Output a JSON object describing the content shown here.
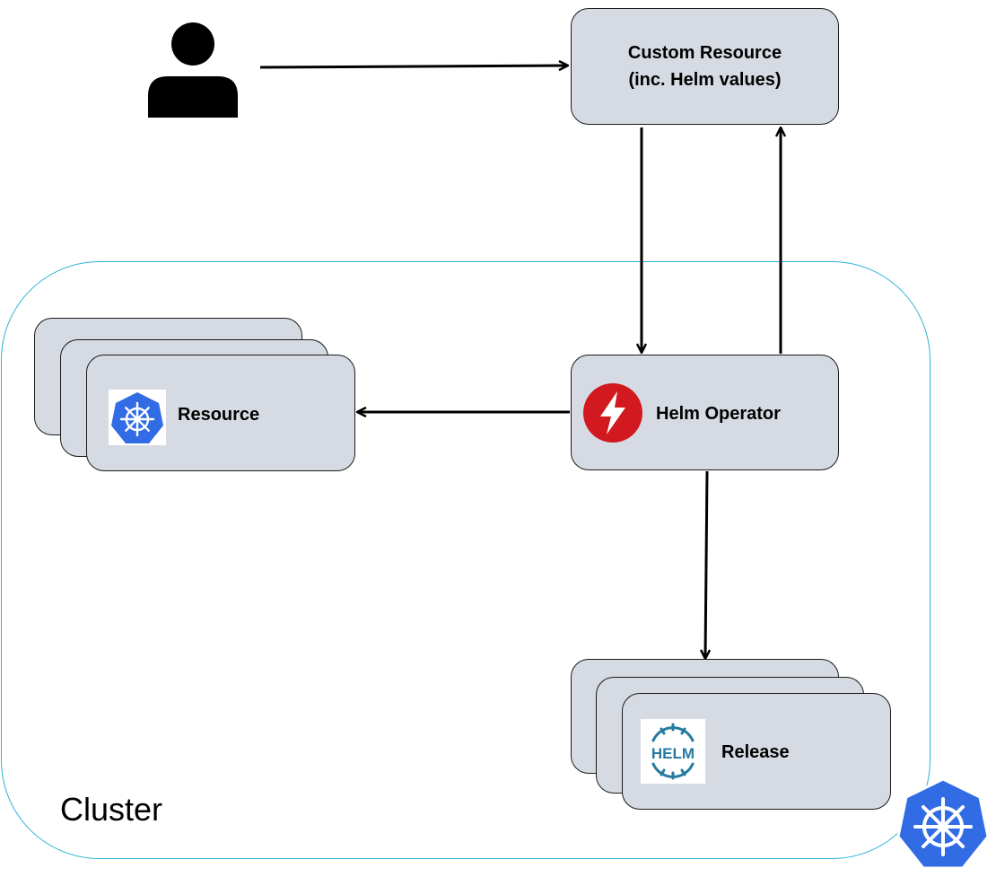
{
  "nodes": {
    "custom_resource": {
      "line1": "Custom Resource",
      "line2": "(inc. Helm values)"
    },
    "helm_operator": {
      "label": "Helm Operator"
    },
    "resource": {
      "label": "Resource"
    },
    "release": {
      "label": "Release"
    }
  },
  "cluster": {
    "label": "Cluster"
  },
  "icons": {
    "user": "user-icon",
    "operator": "lightning-icon",
    "kubernetes": "kubernetes-helm-wheel-icon",
    "helm": "helm-icon",
    "helm_text": "HELM"
  },
  "colors": {
    "box_fill": "#d6dbe3",
    "cluster_border": "#2bb3d9",
    "kubernetes_blue": "#326ce5",
    "operator_red": "#d2191f",
    "helm_teal": "#277a9f"
  },
  "edges": [
    {
      "from": "user",
      "to": "custom_resource"
    },
    {
      "from": "custom_resource",
      "to": "helm_operator"
    },
    {
      "from": "helm_operator",
      "to": "custom_resource"
    },
    {
      "from": "helm_operator",
      "to": "resource"
    },
    {
      "from": "helm_operator",
      "to": "release"
    }
  ]
}
